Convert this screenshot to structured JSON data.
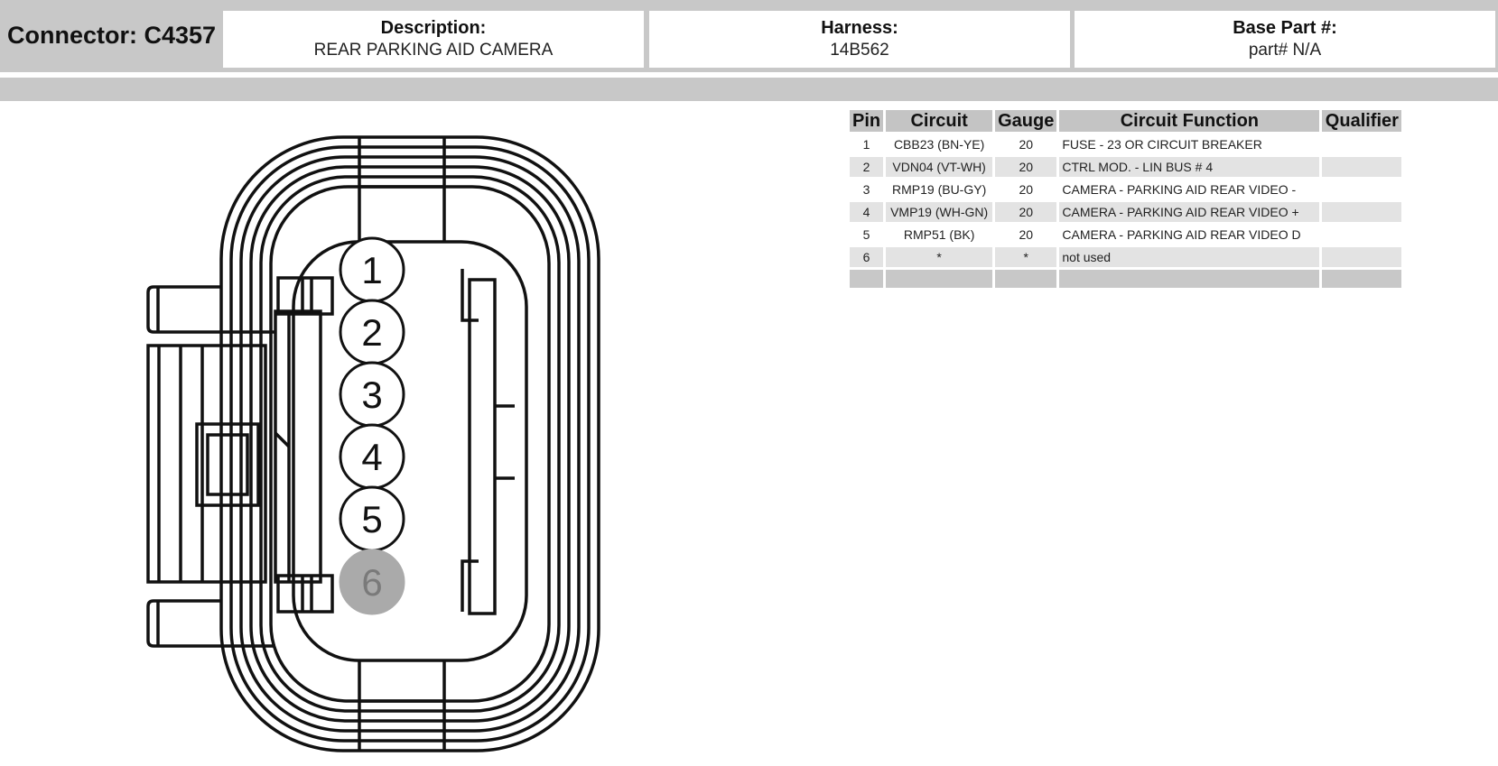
{
  "header": {
    "connector_label": "Connector: C4357",
    "description_label": "Description:",
    "description_value": "REAR PARKING AID CAMERA",
    "harness_label": "Harness:",
    "harness_value": "14B562",
    "base_part_label": "Base Part #:",
    "base_part_value": "part# N/A"
  },
  "connector": {
    "pins": [
      "1",
      "2",
      "3",
      "4",
      "5",
      "6"
    ],
    "unused_pin_color": "#aaaaaa"
  },
  "table": {
    "headers": [
      "Pin",
      "Circuit",
      "Gauge",
      "Circuit Function",
      "Qualifier"
    ],
    "rows": [
      {
        "pin": "1",
        "circuit": "CBB23 (BN-YE)",
        "gauge": "20",
        "function": "FUSE - 23 OR CIRCUIT BREAKER",
        "qualifier": ""
      },
      {
        "pin": "2",
        "circuit": "VDN04 (VT-WH)",
        "gauge": "20",
        "function": "CTRL MOD. - LIN BUS # 4",
        "qualifier": ""
      },
      {
        "pin": "3",
        "circuit": "RMP19 (BU-GY)",
        "gauge": "20",
        "function": "CAMERA - PARKING AID REAR VIDEO -",
        "qualifier": ""
      },
      {
        "pin": "4",
        "circuit": "VMP19 (WH-GN)",
        "gauge": "20",
        "function": "CAMERA - PARKING AID REAR VIDEO +",
        "qualifier": ""
      },
      {
        "pin": "5",
        "circuit": "RMP51 (BK)",
        "gauge": "20",
        "function": "CAMERA - PARKING AID REAR VIDEO D",
        "qualifier": ""
      },
      {
        "pin": "6",
        "circuit": "*",
        "gauge": "*",
        "function": "not used",
        "qualifier": ""
      }
    ]
  },
  "colors": {
    "header_gray": "#c8c8c8",
    "row_shade": "#e3e3e3"
  }
}
